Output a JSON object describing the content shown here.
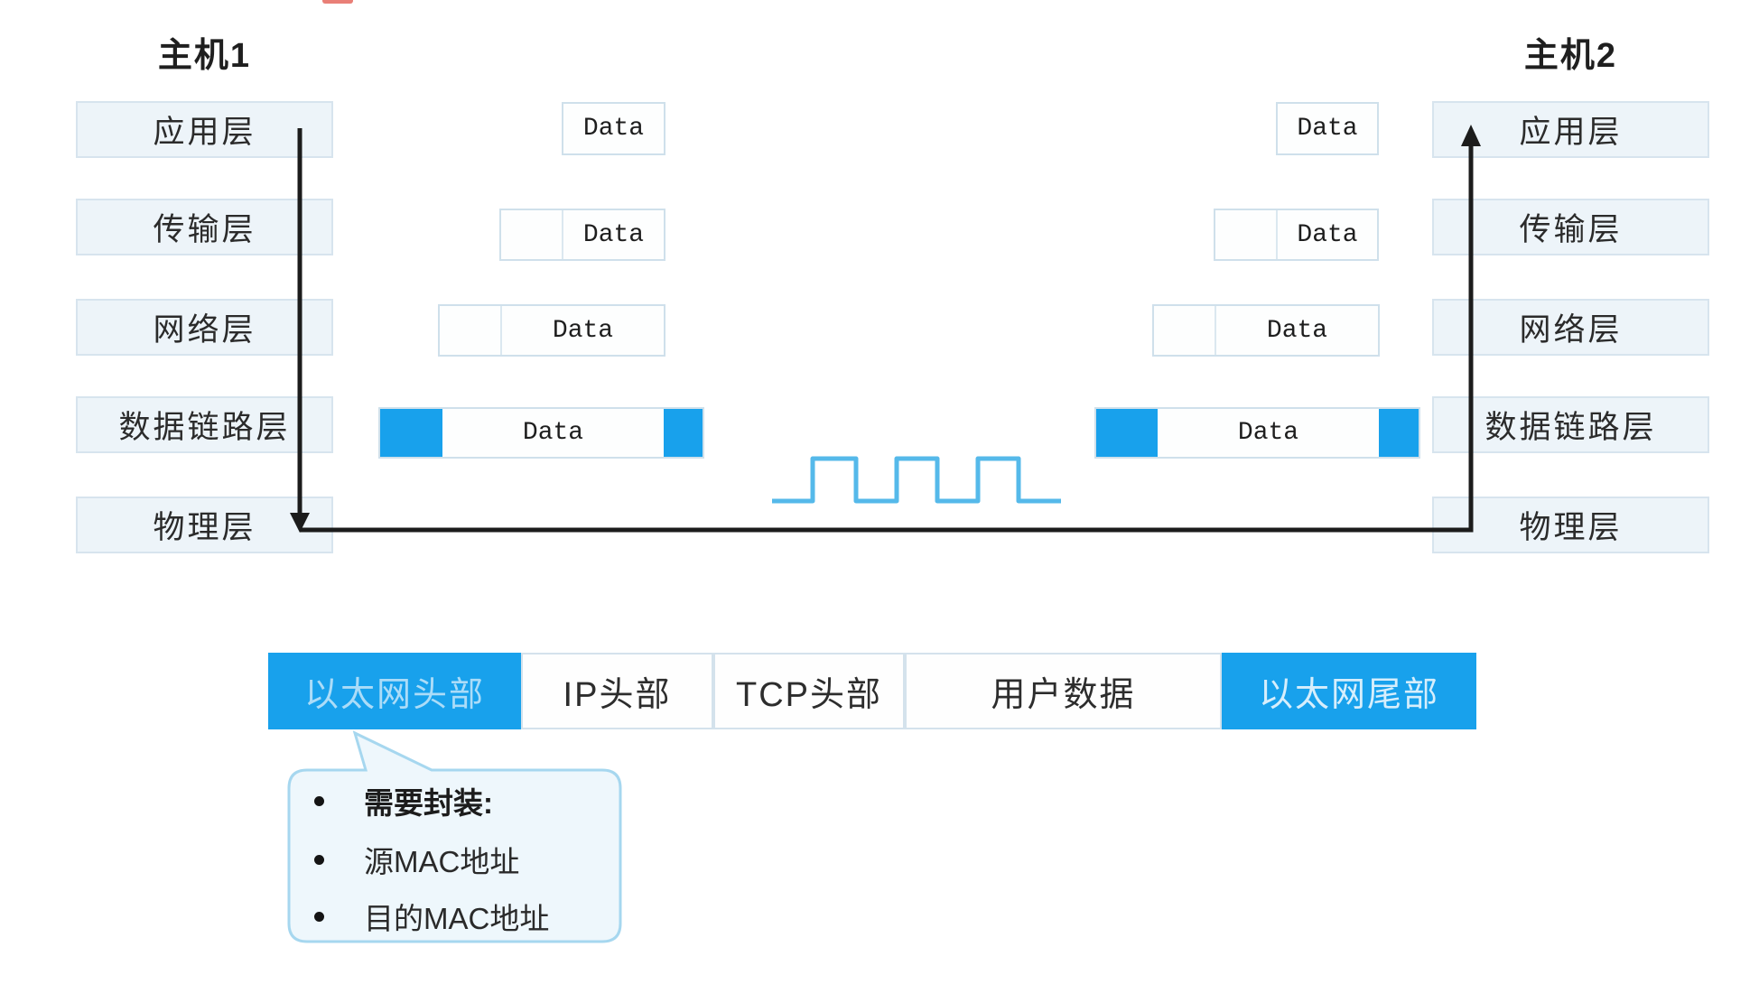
{
  "host1": {
    "title": "主机1",
    "layers": [
      "应用层",
      "传输层",
      "网络层",
      "数据链路层",
      "物理层"
    ]
  },
  "host2": {
    "title": "主机2",
    "layers": [
      "应用层",
      "传输层",
      "网络层",
      "数据链路层",
      "物理层"
    ]
  },
  "labels": {
    "data": "Data"
  },
  "frame_bar": {
    "cells": [
      {
        "label": "以太网头部",
        "style": "blue"
      },
      {
        "label": "IP头部",
        "style": "white"
      },
      {
        "label": "TCP头部",
        "style": "white"
      },
      {
        "label": "用户数据",
        "style": "white"
      },
      {
        "label": "以太网尾部",
        "style": "blue"
      }
    ]
  },
  "callout": {
    "items": [
      "需要封装:",
      "源MAC地址",
      "目的MAC地址"
    ]
  },
  "colors": {
    "accent_blue": "#18a1ec",
    "layer_box_fill": "#edf4f9",
    "wave_blue": "#55b9ea",
    "arrow_black": "#1c1c1c",
    "callout_fill": "#eef7fc",
    "callout_border": "#a6d7ef"
  }
}
